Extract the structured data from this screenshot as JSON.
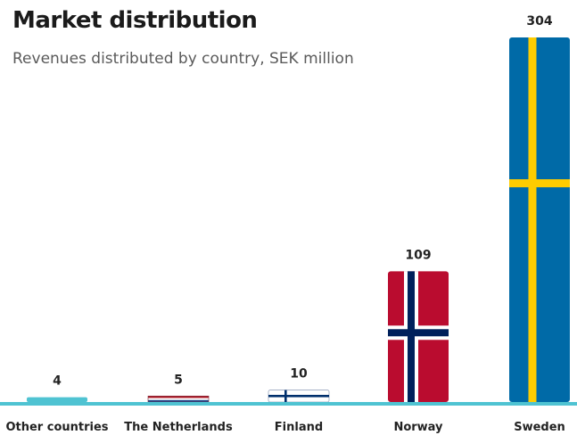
{
  "chart_data": {
    "type": "bar",
    "title": "Market distribution",
    "subtitle": "Revenues distributed by country, SEK million",
    "xlabel": "",
    "ylabel": "",
    "categories": [
      "Other countries",
      "The Netherlands",
      "Finland",
      "Norway",
      "Sweden"
    ],
    "values": [
      4,
      5,
      10,
      109,
      304
    ],
    "ylim": [
      0,
      304
    ],
    "grid": false,
    "legend": "none",
    "colors": {
      "baseline": "#4fc3d2",
      "other": "#4fc3d2",
      "nl_red": "#ae1c28",
      "nl_blue": "#21468b",
      "fi_blue": "#002f6c",
      "no_red": "#ba0c2f",
      "no_blue": "#00205b",
      "se_blue": "#006aa7",
      "se_yellow": "#fecc00"
    }
  }
}
